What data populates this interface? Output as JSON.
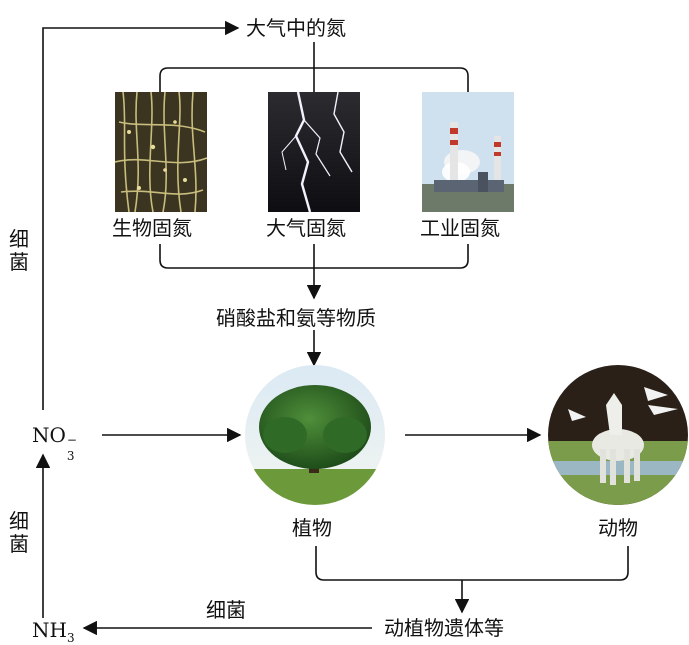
{
  "diagram": {
    "atmosphere_nitrogen": "大气中的氮",
    "fixation": {
      "biological": "生物固氮",
      "atmospheric": "大气固氮",
      "industrial": "工业固氮"
    },
    "nitrate_ammonium": "硝酸盐和氨等物质",
    "plants": "植物",
    "animals": "动物",
    "remains": "动植物遗体等",
    "bacteria_left_top": "细\n菌",
    "bacteria_left_bottom": "细\n菌",
    "bacteria_bottom": "细菌",
    "nitrate_ion": {
      "base": "NO",
      "sub": "3",
      "sup": "−"
    },
    "ammonia": {
      "base": "NH",
      "sub": "3"
    }
  }
}
